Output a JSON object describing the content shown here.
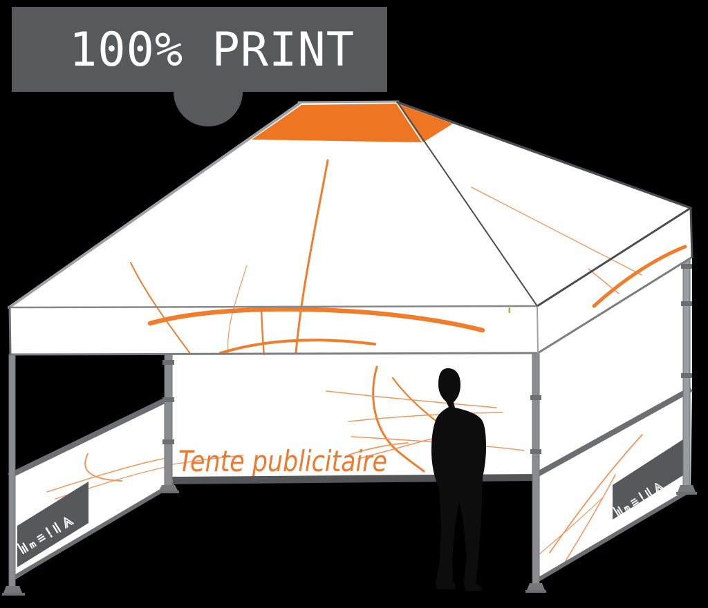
{
  "badge": {
    "label": "100% PRINT"
  },
  "tent": {
    "wall_text": "Tente publicitaire"
  },
  "strip_icons": [
    "bars-glyph",
    "m-glyph",
    "menu-lines-glyph",
    "exclamation-glyph",
    "double-bars-glyph",
    "tent-glyph"
  ],
  "colors": {
    "background": "#000000",
    "badge_bg": "#58595b",
    "badge_text": "#ffffff",
    "canopy_orange": "#ee7623",
    "swoosh_orange": "#ef7d2b",
    "swoosh_light": "#f2945c",
    "fabric_white": "#ffffff",
    "frame_gray": "#8a8c8f",
    "frame_light": "#9a9c9f",
    "frame_dark": "#6d6e71",
    "edge_dark": "#4b4c4e",
    "edge_light": "#9ea0a3",
    "strip_dark": "#57585b",
    "rail_dark": "#55565a",
    "banner_text": "#ef7a2d",
    "silhouette": "#0d0d0e",
    "accent_green": "#8cc63f"
  }
}
